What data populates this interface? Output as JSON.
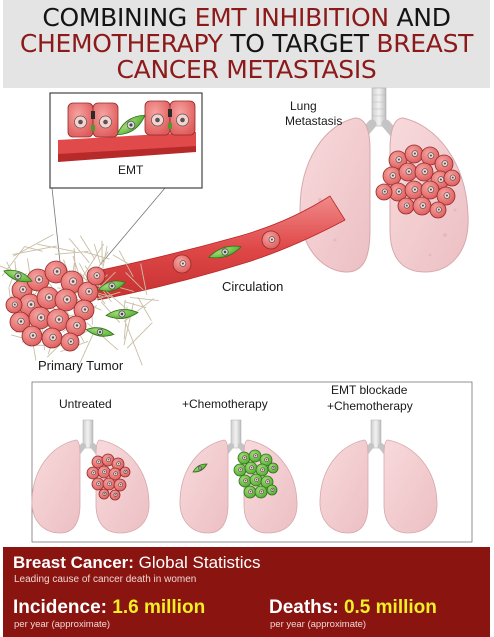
{
  "title": {
    "line1": [
      {
        "text": "COMBINING ",
        "color": "dark"
      },
      {
        "text": "EMT INHIBITION",
        "color": "red"
      },
      {
        "text": " AND",
        "color": "dark"
      }
    ],
    "line2": [
      {
        "text": "CHEMOTHERAPY",
        "color": "red"
      },
      {
        "text": " TO TARGET ",
        "color": "dark"
      },
      {
        "text": "BREAST",
        "color": "red"
      }
    ],
    "line3": [
      {
        "text": "CANCER METASTASIS",
        "color": "red"
      }
    ]
  },
  "labels": {
    "emt": "EMT",
    "lung_metastasis_1": "Lung",
    "lung_metastasis_2": "Metastasis",
    "circulation": "Circulation",
    "primary_tumor": "Primary Tumor"
  },
  "panels": {
    "untreated": "Untreated",
    "chemo": "+Chemotherapy",
    "emt_blockade_1": "EMT blockade",
    "emt_blockade_2": "+Chemotherapy"
  },
  "stats": {
    "head_bold": "Breast Cancer:",
    "head_rest": " Global Statistics",
    "subtitle": "Leading cause of cancer death in women",
    "incidence_label": "Incidence:",
    "incidence_value": " 1.6 million",
    "incidence_note": "per year (approximate)",
    "deaths_label": "Deaths:",
    "deaths_value": " 0.5 million",
    "deaths_note": "per year (approximate)"
  },
  "colors": {
    "title_red": "#8c1a1a",
    "stats_bg": "#8a1410",
    "stats_value": "#f1ef26",
    "tumor_cell": "#e86c6c",
    "mesenchymal_cell": "#5cb83a",
    "lung": "#f2d0d3"
  }
}
